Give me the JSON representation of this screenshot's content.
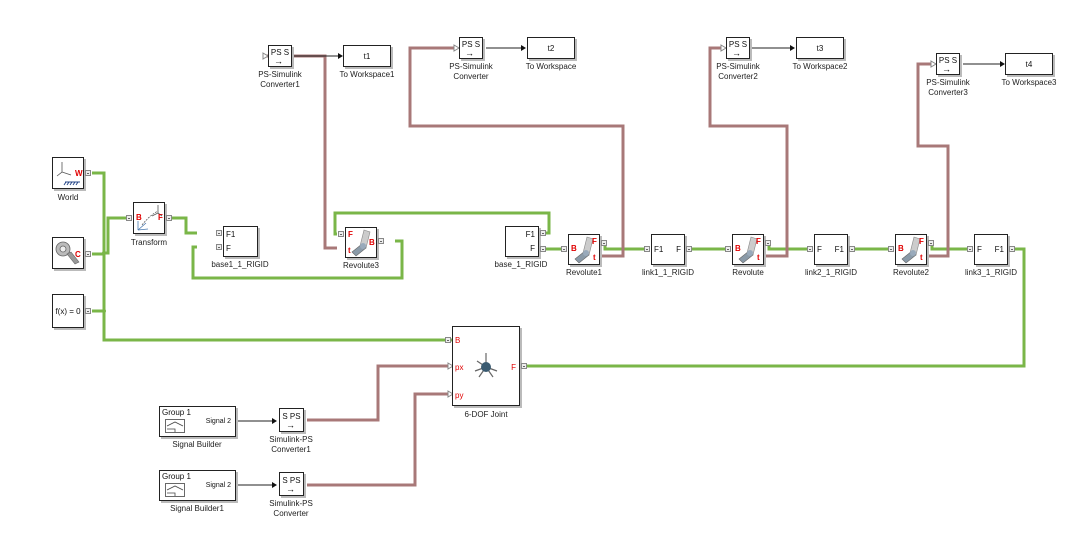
{
  "diagram": {
    "title": "Simscape Multibody model",
    "colors": {
      "physical_connection": "#7ab648",
      "ps_signal": "#a87878",
      "simulink_signal": "#222222",
      "port_label": "#e00000"
    },
    "blocks": {
      "world": {
        "label": "World",
        "port": "W"
      },
      "mech_config": {
        "label": "",
        "port": "C"
      },
      "solver": {
        "label": "",
        "text": "f(x) = 0"
      },
      "transform": {
        "label": "Transform",
        "port_b": "B",
        "port_f": "F"
      },
      "base1_rigid": {
        "label": "base1_1_RIGID",
        "port1": "F1",
        "port2": "F"
      },
      "revolute3": {
        "label": "Revolute3",
        "port_f": "F",
        "port_t": "t",
        "port_b": "B"
      },
      "base_rigid": {
        "label": "base_1_RIGID",
        "port1": "F1",
        "port2": "F"
      },
      "revolute1": {
        "label": "Revolute1",
        "port_b": "B",
        "port_f": "F",
        "port_t": "t"
      },
      "link1_rigid": {
        "label": "link1_1_RIGID",
        "port1": "F1",
        "port2": "F"
      },
      "revolute": {
        "label": "Revolute",
        "port_b": "B",
        "port_f": "F",
        "port_t": "t"
      },
      "link2_rigid": {
        "label": "link2_1_RIGID",
        "port1": "F",
        "port2": "F1"
      },
      "revolute2": {
        "label": "Revolute2",
        "port_b": "B",
        "port_f": "F",
        "port_t": "t"
      },
      "link3_rigid": {
        "label": "link3_1_RIGID",
        "port1": "F",
        "port2": "F1"
      },
      "ps_conv1": {
        "label1": "PS-Simulink",
        "label2": "Converter1",
        "text": "PS S"
      },
      "ws1": {
        "label": "To Workspace1",
        "var": "t1"
      },
      "ps_conv": {
        "label1": "PS-Simulink",
        "label2": "Converter",
        "text": "PS S"
      },
      "ws": {
        "label": "To Workspace",
        "var": "t2"
      },
      "ps_conv2": {
        "label1": "PS-Simulink",
        "label2": "Converter2",
        "text": "PS S"
      },
      "ws2": {
        "label": "To Workspace2",
        "var": "t3"
      },
      "ps_conv3": {
        "label1": "PS-Simulink",
        "label2": "Converter3",
        "text": "PS S"
      },
      "ws3": {
        "label": "To Workspace3",
        "var": "t4"
      },
      "sixdof": {
        "label": "6-DOF Joint",
        "port_b": "B",
        "port_px": "px",
        "port_py": "py",
        "port_f": "F"
      },
      "sigbuilder": {
        "label": "Signal Builder",
        "group": "Group 1",
        "signal": "Signal 2"
      },
      "sl_ps1": {
        "label1": "Simulink-PS",
        "label2": "Converter1",
        "text": "S PS"
      },
      "sigbuilder1": {
        "label": "Signal Builder1",
        "group": "Group 1",
        "signal": "Signal 2"
      },
      "sl_ps": {
        "label1": "Simulink-PS",
        "label2": "Converter",
        "text": "S PS"
      }
    }
  }
}
